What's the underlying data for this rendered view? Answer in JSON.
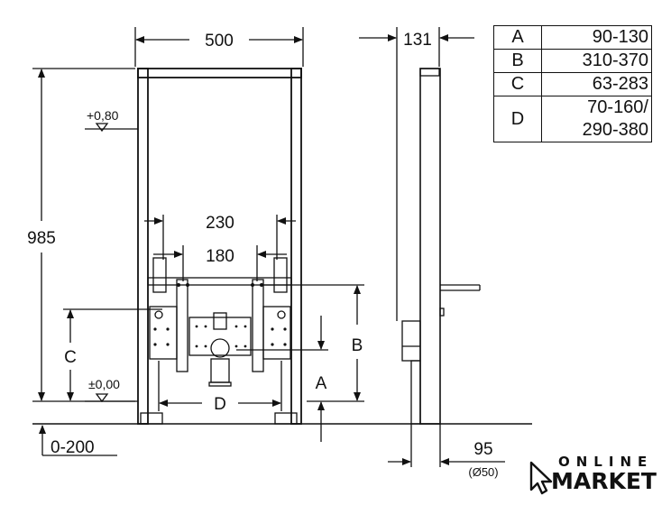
{
  "dimensions": {
    "width_top": "500",
    "depth_top": "131",
    "height_left": "985",
    "inner_230": "230",
    "inner_180": "180",
    "level_high": "+0,80",
    "level_zero": "±0,00",
    "dim_c": "C",
    "dim_d": "D",
    "dim_a": "A",
    "dim_b": "B",
    "floor_range": "0-200",
    "drain_95": "95",
    "drain_dia": "(Ø50)"
  },
  "table": {
    "rows": [
      {
        "key": "A",
        "value": "90-130"
      },
      {
        "key": "B",
        "value": "310-370"
      },
      {
        "key": "C",
        "value": "63-283"
      },
      {
        "key": "D",
        "value": "70-160/290-380",
        "line1": "70-160/",
        "line2": "290-380"
      }
    ]
  },
  "logo": {
    "line1": "ONLINE",
    "line2": "MARKET",
    "icon": "cursor-arrow-icon"
  }
}
